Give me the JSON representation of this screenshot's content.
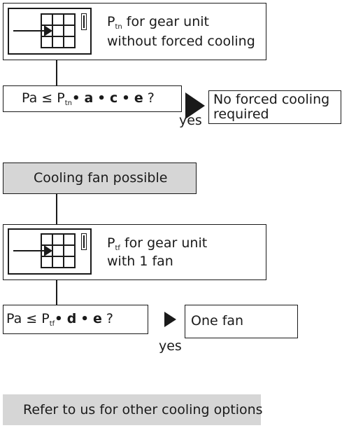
{
  "box1": {
    "symbol": "P",
    "subscript": "tn",
    "line1": " for gear unit",
    "line2": "without forced cooling"
  },
  "cond1": {
    "prefix": "Pa ≤ P",
    "subscript": "tn",
    "dot": "•",
    "a": "a",
    "c": "c",
    "e": "e",
    "q": "?"
  },
  "result1": {
    "line1": "No forced cooling",
    "line2": "required"
  },
  "yes1": "yes",
  "fan_possible": "Cooling fan possible",
  "box2": {
    "symbol": "P",
    "subscript": "tf",
    "line1": " for gear unit",
    "line2": "with 1 fan"
  },
  "cond2": {
    "prefix": "Pa ≤ P",
    "subscript": "tf",
    "dot": "•",
    "d": "d",
    "e": "e",
    "q": "?"
  },
  "result2": "One fan",
  "yes2": "yes",
  "refer": "Refer to us for other cooling options",
  "colors": {
    "line": "#1a1a1a",
    "grey_box": "#d6d6d6",
    "background": "#ffffff"
  },
  "icons": [
    "performance-table-icon",
    "thermometer-icon",
    "right-arrow-icon",
    "triangle-pointer-icon"
  ]
}
